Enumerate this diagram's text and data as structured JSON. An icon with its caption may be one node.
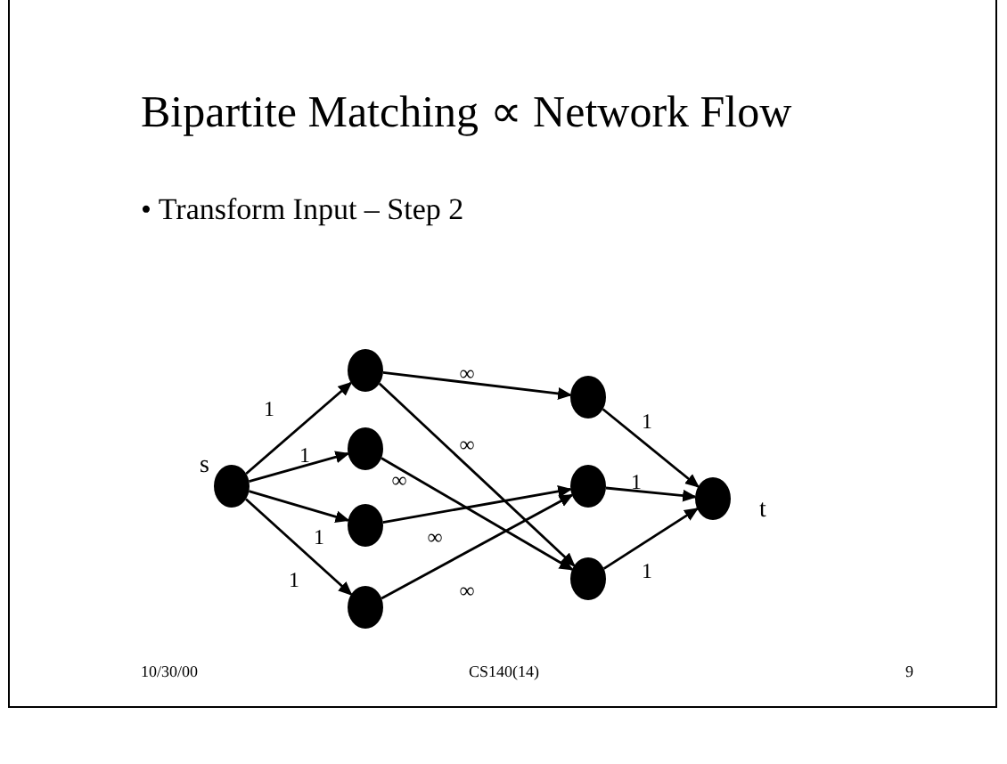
{
  "diagram": {
    "title": "Bipartite Matching ∝ Network Flow",
    "nodes": [
      {
        "text": [],
        "shape": "circle",
        "beside": [
          "s"
        ]
      },
      {
        "text": [],
        "shape": "circle"
      },
      {
        "text": [],
        "shape": "circle"
      },
      {
        "text": [],
        "shape": "circle"
      },
      {
        "text": [],
        "shape": "circle"
      },
      {
        "text": [],
        "shape": "circle"
      },
      {
        "text": [],
        "shape": "circle"
      },
      {
        "text": [],
        "shape": "circle"
      },
      {
        "text": [],
        "shape": "circle",
        "beside": [
          "t"
        ]
      }
    ],
    "edges": [
      {
        "from": 0,
        "to": 1,
        "arrow": "to",
        "label": "1"
      },
      {
        "from": 0,
        "to": 2,
        "arrow": "to",
        "label": "1"
      },
      {
        "from": 0,
        "to": 3,
        "arrow": "to",
        "label": "1"
      },
      {
        "from": 0,
        "to": 4,
        "arrow": "to",
        "label": "1"
      },
      {
        "from": 1,
        "to": 5,
        "arrow": "to",
        "label": "∞"
      },
      {
        "from": 1,
        "to": 7,
        "arrow": "to",
        "label": "∞"
      },
      {
        "from": 2,
        "to": 7,
        "arrow": "to",
        "label": "∞"
      },
      {
        "from": 3,
        "to": 6,
        "arrow": "to",
        "label": "∞"
      },
      {
        "from": 4,
        "to": 6,
        "arrow": "to",
        "label": "∞"
      },
      {
        "from": 5,
        "to": 8,
        "arrow": "to",
        "label": "1"
      },
      {
        "from": 6,
        "to": 8,
        "arrow": "to",
        "label": "1"
      },
      {
        "from": 7,
        "to": 8,
        "arrow": "to",
        "label": "1"
      }
    ],
    "labels": [
      "• Transform Input – Step 2",
      "10/30/00",
      "CS140(14)",
      "9"
    ]
  }
}
